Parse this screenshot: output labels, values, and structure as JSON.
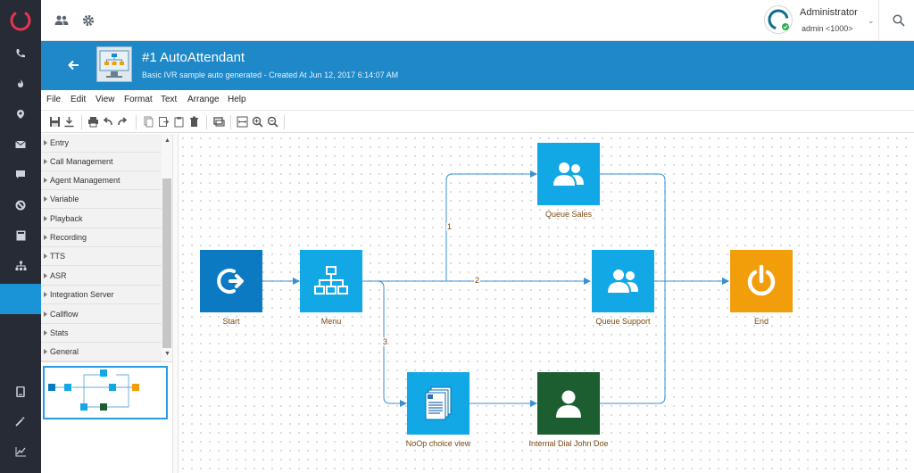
{
  "header": {
    "user_name": "Administrator",
    "user_ext": "admin <1000>"
  },
  "flow": {
    "title": "#1 AutoAttendant",
    "subtitle": "Basic IVR sample auto generated - Created At Jun 12, 2017 6:14:07 AM"
  },
  "menubar": [
    "File",
    "Edit",
    "View",
    "Format",
    "Text",
    "Arrange",
    "Help"
  ],
  "palette": [
    "Entry",
    "Call Management",
    "Agent Management",
    "Variable",
    "Playback",
    "Recording",
    "TTS",
    "ASR",
    "Integration Server",
    "Callflow",
    "Stats",
    "General"
  ],
  "nodes": {
    "start": "Start",
    "menu": "Menu",
    "queue_sales": "Queue Sales",
    "queue_support": "Queue Support",
    "end": "End",
    "noop": "NoOp choice view",
    "internal_dial": "Internal Dial John Doe"
  },
  "edges": {
    "e1": "1",
    "e2": "2",
    "e3": "3"
  },
  "colors": {
    "rail": "#272b35",
    "accent": "#1a94d6",
    "node_dark": "#0b7ac2",
    "node_light": "#12a7e5",
    "node_end": "#f29d0a",
    "node_green": "#1d5e30",
    "edge": "#3a8fd1"
  },
  "icons": {
    "rail": [
      "phone-icon",
      "flame-icon",
      "location-icon",
      "mail-icon",
      "chat-icon",
      "blocked-icon",
      "calculator-icon",
      "sitemap-icon",
      "",
      "mobile-icon",
      "magic-wand-icon",
      "chart-icon"
    ]
  }
}
